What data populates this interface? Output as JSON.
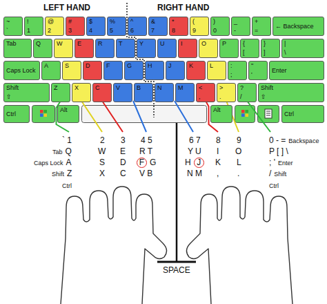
{
  "diagram": {
    "nodes": [
      {
        "text": [
          "~",
          "`"
        ]
      },
      {
        "text": [
          "!",
          "1"
        ]
      },
      {
        "text": [
          "@",
          "2"
        ]
      },
      {
        "text": [
          "#",
          "3"
        ]
      },
      {
        "text": [
          "$",
          "4"
        ]
      },
      {
        "text": [
          "%",
          "5"
        ]
      },
      {
        "text": [
          "^",
          "6"
        ]
      },
      {
        "text": [
          "&",
          "7"
        ]
      },
      {
        "text": [
          "*",
          "8"
        ]
      },
      {
        "text": [
          "(",
          "9"
        ]
      },
      {
        "text": [
          ")",
          "0"
        ]
      },
      {
        "text": [
          "_",
          "-"
        ]
      },
      {
        "text": [
          "+",
          "="
        ]
      },
      {
        "text": [
          "← Backspace"
        ]
      },
      {
        "text": [
          "Tab"
        ]
      },
      {
        "text": [
          "Q"
        ]
      },
      {
        "text": [
          "W"
        ]
      },
      {
        "text": [
          "E"
        ]
      },
      {
        "text": [
          "R"
        ]
      },
      {
        "text": [
          "T"
        ]
      },
      {
        "text": [
          "Y"
        ]
      },
      {
        "text": [
          "U"
        ]
      },
      {
        "text": [
          "I"
        ]
      },
      {
        "text": [
          "O"
        ]
      },
      {
        "text": [
          "P"
        ]
      },
      {
        "text": [
          "{",
          "["
        ]
      },
      {
        "text": [
          "}",
          "]"
        ]
      },
      {
        "text": [
          "|",
          "\\"
        ]
      },
      {
        "text": [
          "Caps Lock"
        ]
      },
      {
        "text": [
          "A"
        ]
      },
      {
        "text": [
          "S"
        ]
      },
      {
        "text": [
          "D"
        ]
      },
      {
        "text": [
          "F"
        ]
      },
      {
        "text": [
          "G"
        ]
      },
      {
        "text": [
          "H"
        ]
      },
      {
        "text": [
          "J"
        ]
      },
      {
        "text": [
          "K"
        ]
      },
      {
        "text": [
          "L"
        ]
      },
      {
        "text": [
          ":",
          ";"
        ]
      },
      {
        "text": [
          "\"",
          "'"
        ]
      },
      {
        "text": [
          "Enter"
        ]
      },
      {
        "text": [
          "Shift",
          "⇧"
        ]
      },
      {
        "text": [
          "Z"
        ]
      },
      {
        "text": [
          "X"
        ]
      },
      {
        "text": [
          "C"
        ]
      },
      {
        "text": [
          "V"
        ]
      },
      {
        "text": [
          "B"
        ]
      },
      {
        "text": [
          "N"
        ]
      },
      {
        "text": [
          "M"
        ]
      },
      {
        "text": [
          "<",
          ","
        ]
      },
      {
        "text": [
          ">",
          "."
        ]
      },
      {
        "text": [
          "?",
          "/"
        ]
      },
      {
        "text": [
          "Shift",
          "⇧"
        ]
      },
      {
        "text": [
          "Ctrl"
        ]
      },
      {
        "text": [
          "Alt"
        ]
      },
      {
        "text": [
          "Alt"
        ]
      },
      {
        "text": [
          "Ctrl"
        ]
      }
    ],
    "labels": [
      "LEFT HAND",
      "RIGHT HAND",
      "` 1",
      "Tab",
      "Q",
      "Caps Lock",
      "A",
      "Shift",
      "Z",
      "Ctrl",
      "2",
      "W",
      "S",
      "X",
      "3",
      "E",
      "D",
      "C",
      "4 5",
      "R T",
      "F",
      "G",
      "V B",
      "6 7",
      "Y U",
      "H",
      "J",
      "N M",
      "8",
      "I",
      "K",
      ",",
      "9",
      "O",
      "L",
      ".",
      "0 - =",
      "Backspace",
      "P [ ] \\",
      "; '",
      "Enter",
      "/",
      "Shift",
      "Ctrl",
      "SPACE"
    ]
  }
}
